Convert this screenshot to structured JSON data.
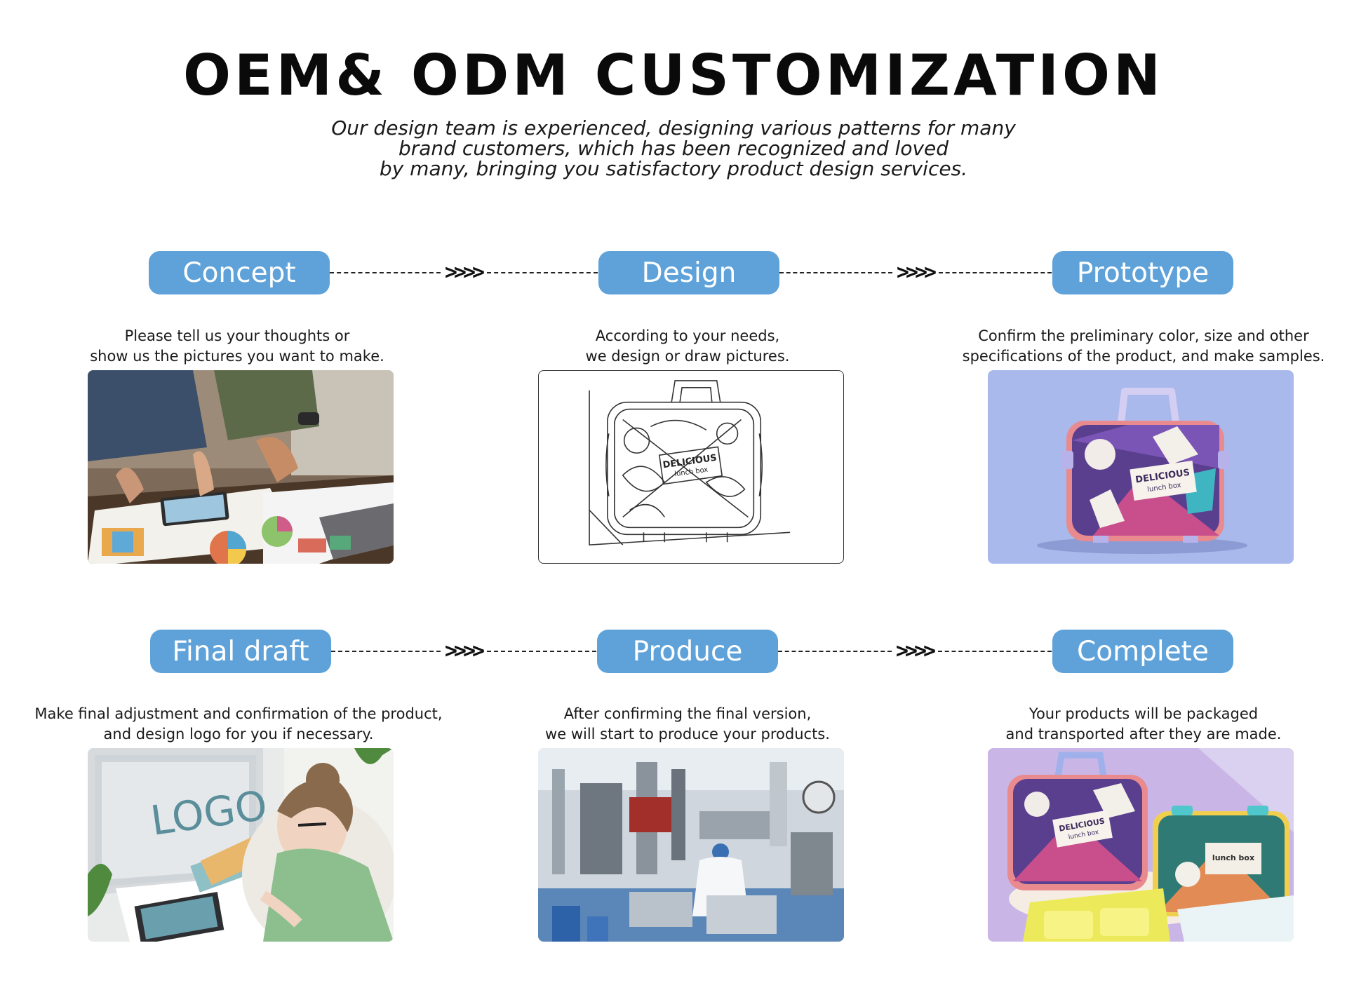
{
  "header": {
    "title": "OEM& ODM CUSTOMIZATION",
    "subtitle_lines": [
      "Our design team is experienced, designing various patterns for many",
      "brand customers, which has been recognized and loved",
      "by many, bringing you satisfactory product design services."
    ]
  },
  "connector_arrows": ">>>>",
  "steps": [
    {
      "label": "Concept",
      "desc_lines": [
        "Please tell us your thoughts or",
        "show us the pictures you want to make."
      ],
      "image": "planning-meeting-photo"
    },
    {
      "label": "Design",
      "desc_lines": [
        "According to your needs,",
        "we design or draw pictures."
      ],
      "image": "lunch-box-sketch",
      "sketch_label": "DELICIOUS",
      "sketch_sublabel": "lunch box"
    },
    {
      "label": "Prototype",
      "desc_lines": [
        "Confirm the preliminary color, size and other",
        "specifications of the product, and make samples."
      ],
      "image": "lunch-box-sample-photo",
      "product_label": "DELICIOUS",
      "product_sublabel": "lunch box"
    },
    {
      "label": "Final draft",
      "desc_lines": [
        "Make final adjustment and confirmation of the product,",
        "and design logo for you if necessary."
      ],
      "image": "designer-logo-photo",
      "screen_text": "LOGO"
    },
    {
      "label": "Produce",
      "desc_lines": [
        "After confirming the final version,",
        "we will start to produce your products."
      ],
      "image": "factory-production-photo"
    },
    {
      "label": "Complete",
      "desc_lines": [
        "Your products will be packaged",
        "and transported after they are made."
      ],
      "image": "finished-products-photo",
      "product_label": "DELICIOUS",
      "product_sublabel": "lunch box",
      "product2_label": "lunch box"
    }
  ],
  "colors": {
    "pill": "#5ea2d9",
    "pill_text": "#ffffff",
    "title": "#0a0a0a",
    "prototype_bg": "#a9b9ec",
    "complete_bg": "#c9b6e6"
  }
}
